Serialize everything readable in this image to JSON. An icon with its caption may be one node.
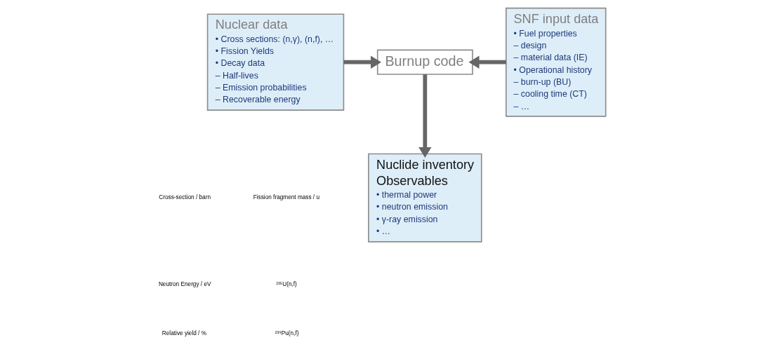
{
  "diagram": {
    "nodes": [
      {
        "text": [
          "Nuclear data",
          "• Cross sections: (n,γ), (n,f), …",
          "• Fission Yields",
          "• Decay data",
          "– Half-lives",
          "– Emission probabilities",
          "– Recoverable energy"
        ]
      },
      {
        "text": [
          "Burnup code"
        ]
      },
      {
        "text": [
          "SNF input data",
          "• Fuel properties",
          "– design",
          "– material data (IE)",
          "• Operational history",
          "– burn-up (BU)",
          "– cooling time (CT)",
          "– …"
        ]
      },
      {
        "text": [
          "Nuclide inventory",
          "Observables",
          "• thermal power",
          "• neutron emission",
          "• γ-ray emission",
          "• …"
        ]
      }
    ],
    "edges": [
      {
        "from": 0,
        "to": 1,
        "arrow": "to"
      },
      {
        "from": 2,
        "to": 1,
        "arrow": "to"
      },
      {
        "from": 1,
        "to": 3,
        "arrow": "to"
      }
    ],
    "labels": [
      "Cross-section / barn",
      "Neutron Energy / eV",
      "Relative yield / %",
      "Fission fragment mass / u",
      "²³⁵U(n,f)",
      "²³⁹Pu(n,f)"
    ]
  }
}
